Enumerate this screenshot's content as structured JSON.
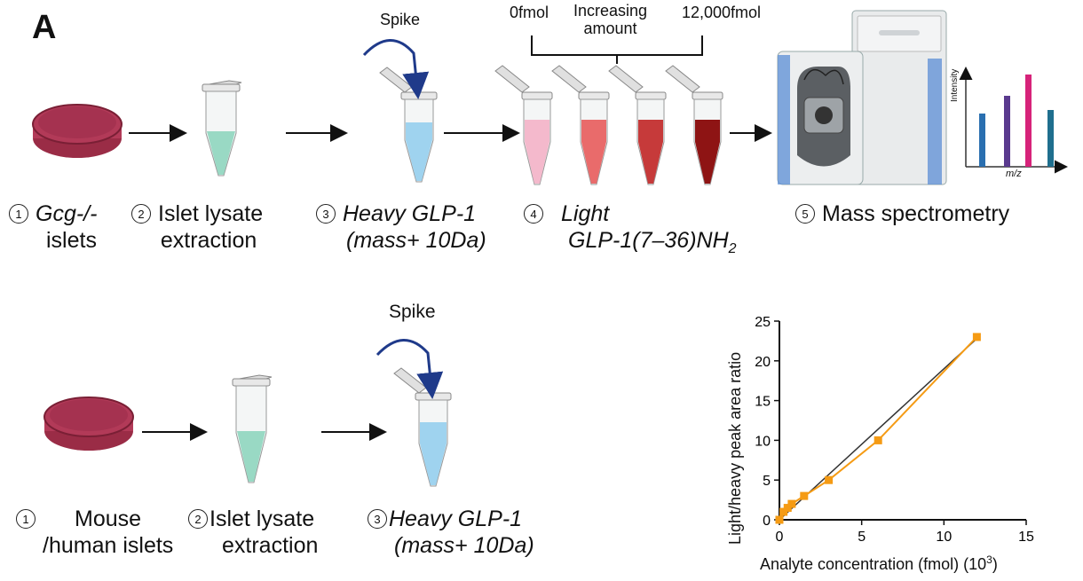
{
  "panel_label": "A",
  "top_row": {
    "spike": "Spike",
    "range_low": "0fmol",
    "range_mid": "Increasing\namount",
    "range_high": "12,000fmol",
    "steps": [
      {
        "num": "1",
        "line1": "Gcg-/-",
        "line2": "islets"
      },
      {
        "num": "2",
        "line1": "Islet lysate",
        "line2": "extraction"
      },
      {
        "num": "3",
        "line1": "Heavy GLP-1",
        "line2": "(mass+ 10Da)"
      },
      {
        "num": "4",
        "line1": "Light",
        "line2": "GLP-1(7–36)NH",
        "line2_sub": "2"
      },
      {
        "num": "5",
        "line1": "Mass spectrometry"
      }
    ],
    "spectrum": {
      "ylabel": "Intensity",
      "xlabel": "m/z"
    }
  },
  "bottom_row": {
    "spike": "Spike",
    "steps": [
      {
        "num": "1",
        "line1": "Mouse",
        "line2": "/human islets"
      },
      {
        "num": "2",
        "line1": "Islet lysate",
        "line2": "extraction"
      },
      {
        "num": "3",
        "line1": "Heavy GLP-1",
        "line2": "(mass+ 10Da)"
      }
    ]
  },
  "colors": {
    "dish": "#b23a58",
    "tube_green": "#8fd6bf",
    "tube_blue": "#9fd3ef",
    "light_1": "#f4b9cc",
    "light_2": "#e96b6b",
    "light_3": "#c63a3a",
    "light_4": "#8e1414",
    "arrow": "#1f3a8a",
    "fit_line": "#333333",
    "data": "#f59b14"
  },
  "chart_data": {
    "type": "line",
    "xlabel": "Analyte concentration (fmol) (10",
    "xlabel_sup": "3",
    "xlabel_end": ")",
    "ylabel": "Light/heavy peak area ratio",
    "xlim": [
      0,
      15
    ],
    "ylim": [
      0,
      25
    ],
    "xticks": [
      0,
      5,
      10,
      15
    ],
    "yticks": [
      0,
      5,
      10,
      15,
      20,
      25
    ],
    "series": [
      {
        "x": [
          0,
          0.25,
          0.5,
          0.75,
          1.5,
          3,
          6,
          12
        ],
        "y": [
          0,
          1,
          1.5,
          2,
          3,
          5,
          10,
          23
        ]
      }
    ],
    "fit_line": {
      "x": [
        0,
        12
      ],
      "y": [
        0,
        22.8
      ]
    }
  }
}
